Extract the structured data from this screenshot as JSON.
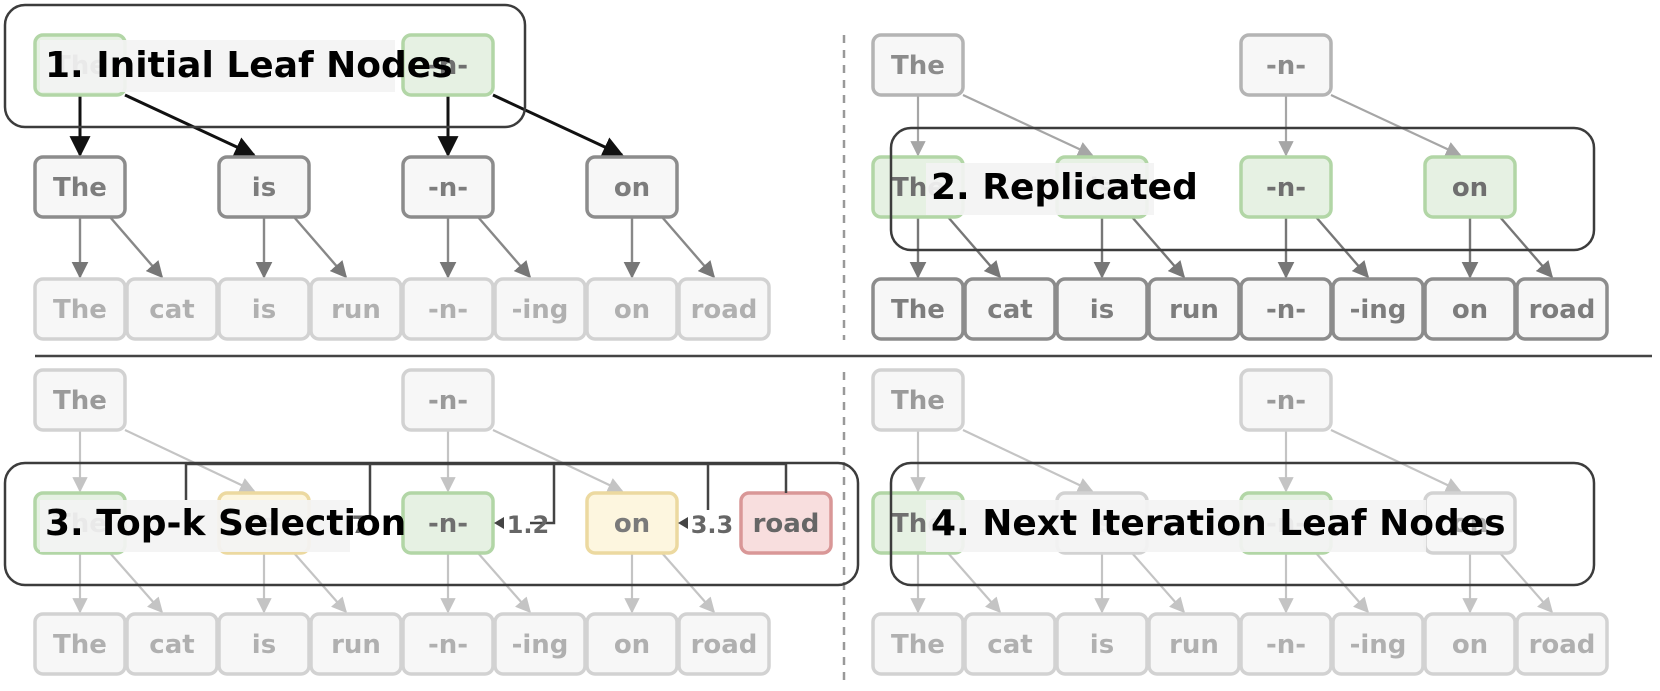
{
  "colors": {
    "gray_fill": "#f7f7f7",
    "green_fill": "#e6f1e3",
    "green_stroke": "#b2d6a6",
    "yellow_fill": "#fdf6df",
    "yellow_stroke": "#ecd9a0",
    "red_fill": "#f8dede",
    "red_stroke": "#d99797",
    "dark_stroke": "#8c8c8c",
    "medium_stroke": "#b4b4b4",
    "light_stroke": "#d2d2d2",
    "title_bg": "#f3f3f3",
    "box_stroke": "#3c3c3c"
  },
  "panels": [
    {
      "title": "1. Initial Leaf Nodes",
      "root_labels": [
        "The",
        "-n-"
      ],
      "mid_labels": [
        "The",
        "is",
        "-n-",
        "on"
      ],
      "leaf_labels": [
        "The",
        "cat",
        "is",
        "run",
        "-n-",
        "-ing",
        "on",
        "road"
      ],
      "root_styles": [
        "green",
        "green"
      ],
      "mid_styles": [
        "dark",
        "dark",
        "dark",
        "dark"
      ],
      "leaf_style": "faint",
      "root_edge_style": "black",
      "mid_edge_style": "gray"
    },
    {
      "title": "2. Replicated",
      "root_labels": [
        "The",
        "-n-"
      ],
      "mid_labels": [
        "The",
        "is",
        "-n-",
        "on"
      ],
      "leaf_labels": [
        "The",
        "cat",
        "is",
        "run",
        "-n-",
        "-ing",
        "on",
        "road"
      ],
      "root_styles": [
        "medium",
        "medium"
      ],
      "mid_styles": [
        "green",
        "green",
        "green",
        "green"
      ],
      "leaf_style": "dark",
      "root_edge_style": "medium",
      "mid_edge_style": "dark"
    },
    {
      "title": "3. Top-k Selection",
      "root_labels": [
        "The",
        "-n-"
      ],
      "mid_labels": [
        "The",
        "is",
        "-n-",
        "on",
        "road"
      ],
      "leaf_labels": [
        "The",
        "cat",
        "is",
        "run",
        "-n-",
        "-ing",
        "on",
        "road"
      ],
      "root_styles": [
        "light",
        "light"
      ],
      "mid_styles": [
        "green",
        "yellow",
        "green",
        "yellow",
        "red"
      ],
      "leaf_style": "faint",
      "root_edge_style": "light",
      "mid_edge_style": "light",
      "scores": [
        "7",
        "1.2",
        "3.3"
      ]
    },
    {
      "title": "4. Next Iteration Leaf Nodes",
      "root_labels": [
        "The",
        "-n-"
      ],
      "mid_labels": [
        "The",
        "is",
        "-n-",
        "on"
      ],
      "leaf_labels": [
        "The",
        "cat",
        "is",
        "run",
        "-n-",
        "-ing",
        "on",
        "road"
      ],
      "root_styles": [
        "light",
        "light"
      ],
      "mid_styles": [
        "green",
        "faint",
        "green",
        "faint"
      ],
      "leaf_style": "faint",
      "root_edge_style": "light",
      "mid_edge_style": "light"
    }
  ]
}
